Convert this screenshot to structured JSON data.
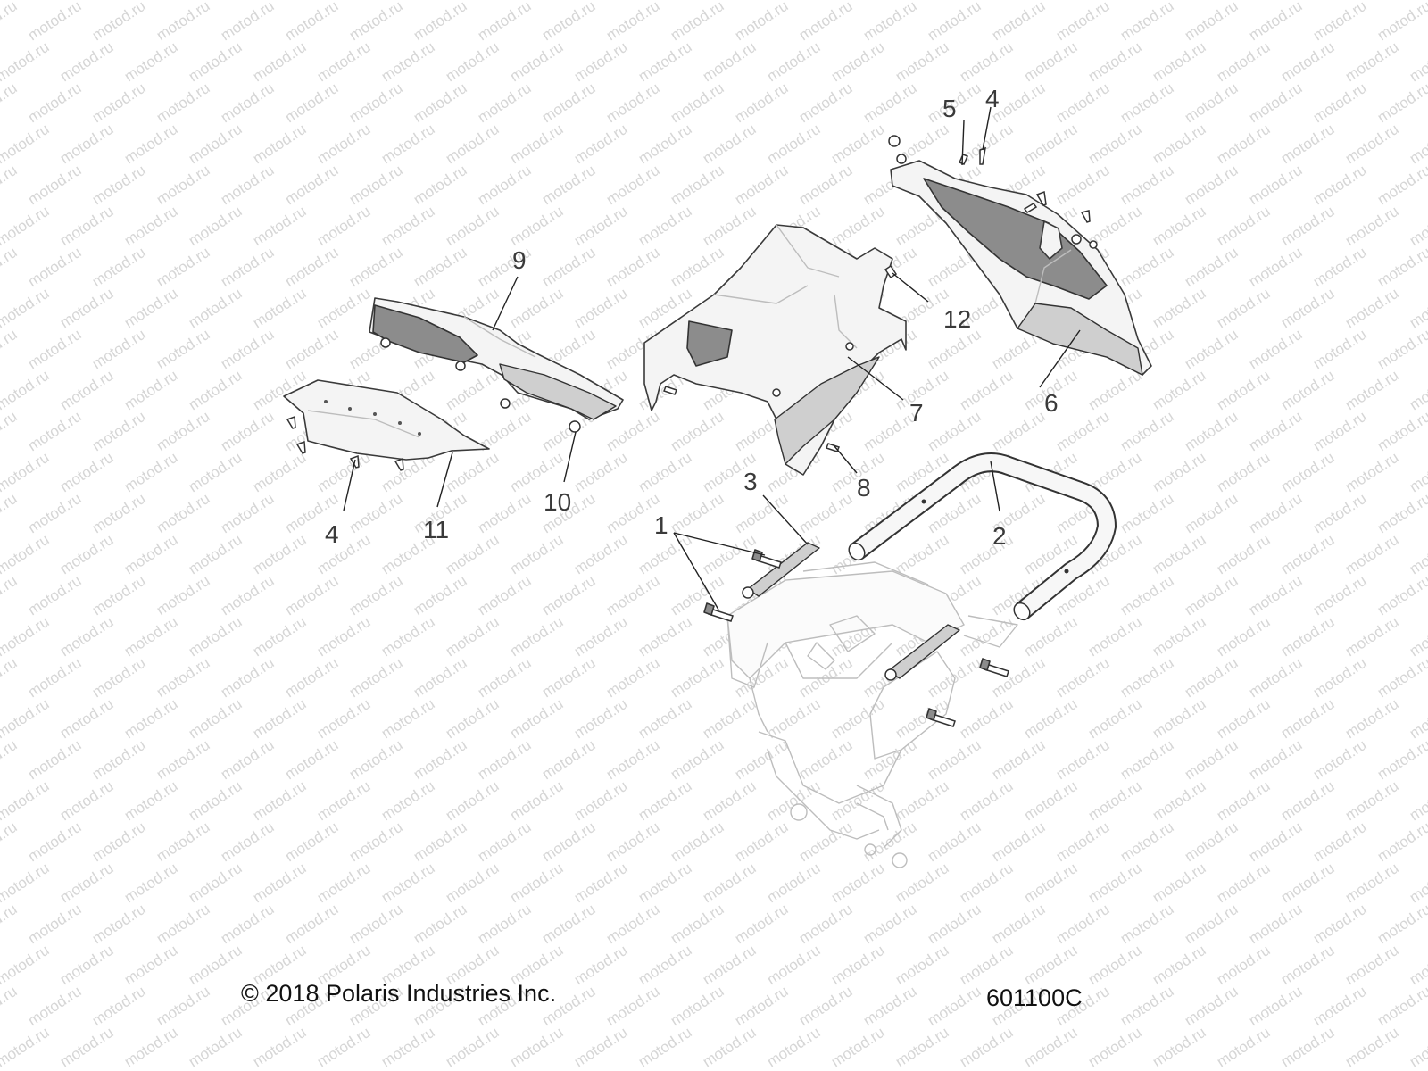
{
  "watermark": {
    "text": "motod.ru"
  },
  "callouts": [
    {
      "id": "1",
      "label": "1"
    },
    {
      "id": "2",
      "label": "2"
    },
    {
      "id": "3",
      "label": "3"
    },
    {
      "id": "4a",
      "label": "4"
    },
    {
      "id": "4b",
      "label": "4"
    },
    {
      "id": "5",
      "label": "5"
    },
    {
      "id": "6",
      "label": "6"
    },
    {
      "id": "7",
      "label": "7"
    },
    {
      "id": "8",
      "label": "8"
    },
    {
      "id": "9",
      "label": "9"
    },
    {
      "id": "10",
      "label": "10"
    },
    {
      "id": "11",
      "label": "11"
    },
    {
      "id": "12",
      "label": "12"
    }
  ],
  "footer": {
    "copyright": "© 2018 Polaris Industries Inc.",
    "drawing_number": "601100C"
  }
}
